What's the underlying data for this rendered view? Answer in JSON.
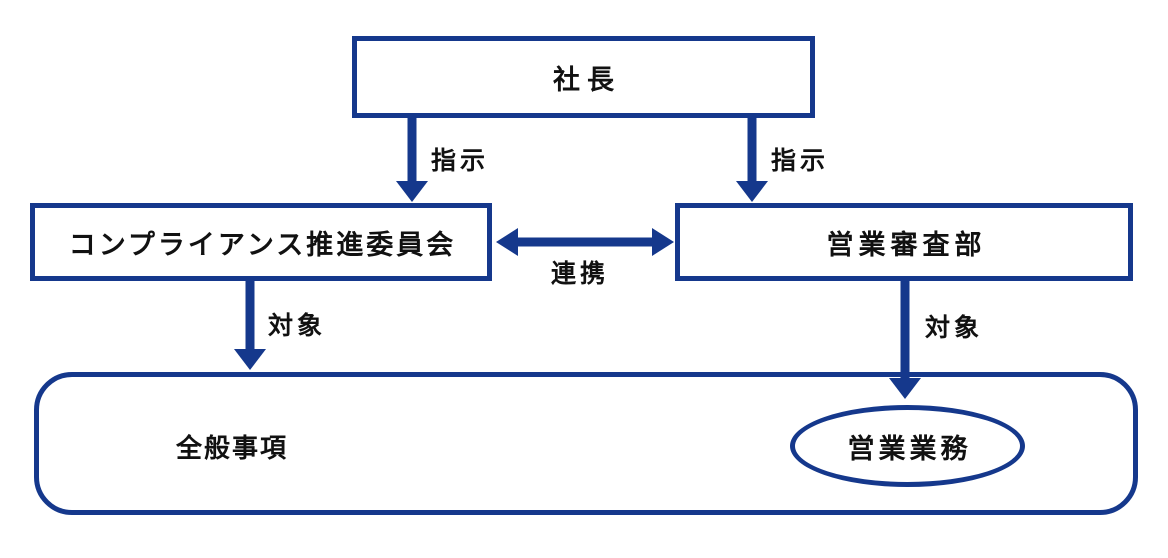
{
  "diagram": {
    "type": "org-flow-diagram",
    "nodes": {
      "president": {
        "label": "社長",
        "shape": "rectangle"
      },
      "compliance_committee": {
        "label": "コンプライアンス推進委員会",
        "shape": "rectangle"
      },
      "sales_review_dept": {
        "label": "営業審査部",
        "shape": "rectangle"
      },
      "scope_container": {
        "label": "",
        "shape": "rounded-rectangle"
      },
      "general_matters": {
        "label": "全般事項",
        "shape": "text"
      },
      "sales_operations": {
        "label": "営業業務",
        "shape": "ellipse"
      }
    },
    "edges": {
      "instruction_left": {
        "label": "指示",
        "from": "president",
        "to": "compliance_committee",
        "direction": "down"
      },
      "instruction_right": {
        "label": "指示",
        "from": "president",
        "to": "sales_review_dept",
        "direction": "down"
      },
      "cooperation": {
        "label": "連携",
        "from": "compliance_committee",
        "to": "sales_review_dept",
        "direction": "both"
      },
      "target_left": {
        "label": "対象",
        "from": "compliance_committee",
        "to": "scope_container",
        "direction": "down"
      },
      "target_right": {
        "label": "対象",
        "from": "sales_review_dept",
        "to": "sales_operations",
        "direction": "down"
      }
    },
    "colors": {
      "line": "#15388C",
      "text": "#111111",
      "node_fill": "#FFFFFF",
      "background": "#FFFFFF"
    }
  }
}
